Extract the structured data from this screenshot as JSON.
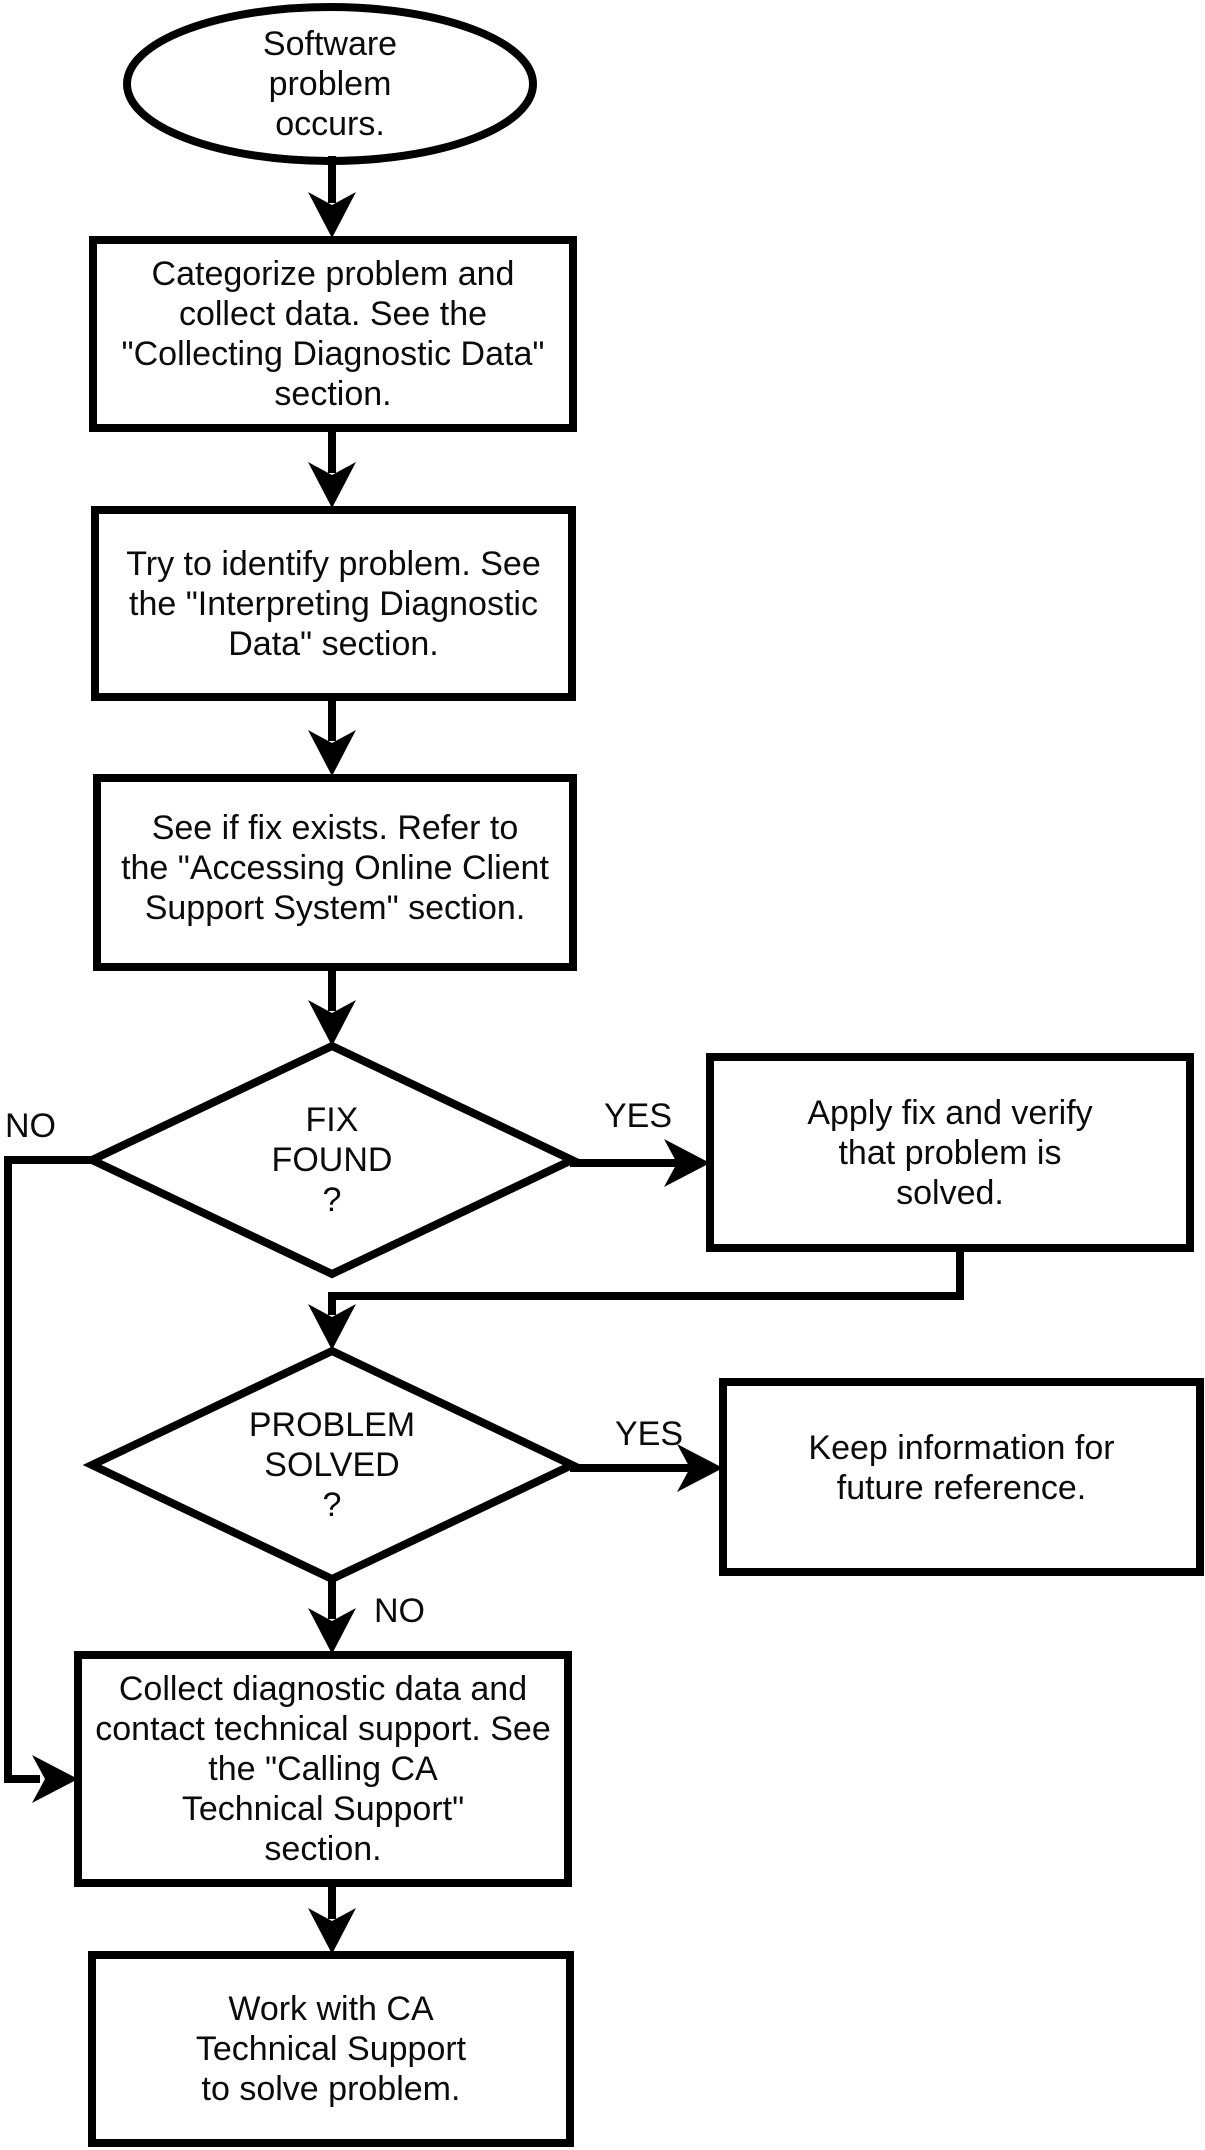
{
  "diagram": {
    "title": "Software problem troubleshooting flowchart",
    "colors": {
      "stroke": "#000000",
      "background": "#ffffff",
      "text": "#0b0b0b"
    },
    "nodes": {
      "start": {
        "shape": "ellipse",
        "label": "Software\nproblem\noccurs."
      },
      "categorize": {
        "shape": "process",
        "label": "Categorize problem and\ncollect data. See the\n\"Collecting Diagnostic Data\"\nsection."
      },
      "identify": {
        "shape": "process",
        "label": "Try to identify problem. See\nthe \"Interpreting Diagnostic\nData\" section."
      },
      "check_fix": {
        "shape": "process",
        "label": "See if fix exists. Refer to\nthe \"Accessing Online Client\nSupport System\" section."
      },
      "fix_found": {
        "shape": "decision",
        "label": "FIX\nFOUND\n?"
      },
      "apply_fix": {
        "shape": "process",
        "label": "Apply fix and verify\nthat problem is\nsolved."
      },
      "problem_solved": {
        "shape": "decision",
        "label": "PROBLEM\nSOLVED\n?"
      },
      "keep_info": {
        "shape": "process",
        "label": "Keep information for\nfuture reference."
      },
      "collect_contact": {
        "shape": "process",
        "label": "Collect diagnostic data and\ncontact technical support. See\nthe \"Calling CA\nTechnical Support\"\nsection."
      },
      "work_support": {
        "shape": "process",
        "label": "Work with CA\nTechnical Support\nto solve problem."
      }
    },
    "edge_labels": {
      "fix_found_yes": "YES",
      "fix_found_no": "NO",
      "problem_solved_yes": "YES",
      "problem_solved_no": "NO"
    }
  }
}
